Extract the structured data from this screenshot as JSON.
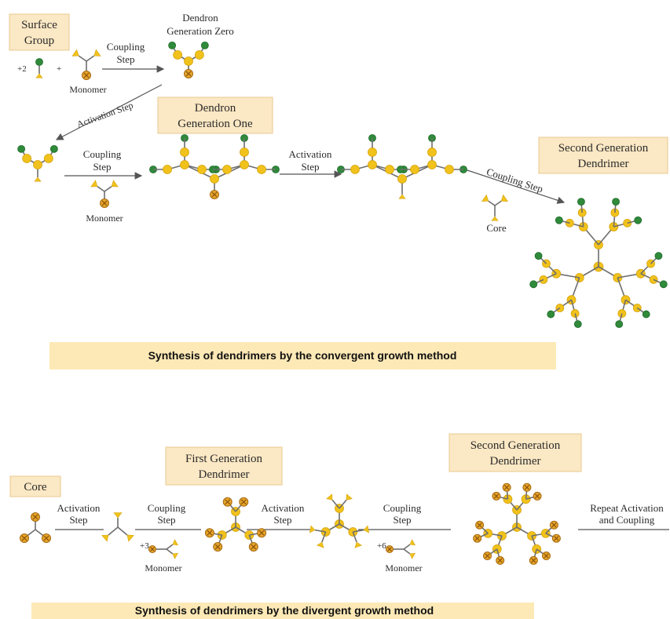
{
  "convergent": {
    "surface_group": [
      "Surface",
      "Group"
    ],
    "times_two": "+2",
    "plus": "+",
    "monomer": "Monomer",
    "coupling_step": [
      "Coupling",
      "Step"
    ],
    "dendron_gen_zero": [
      "Dendron",
      "Generation Zero"
    ],
    "activation_step_diag": "Activation Step",
    "dendron_gen_one": [
      "Dendron",
      "Generation One"
    ],
    "activation_step": [
      "Activation",
      "Step"
    ],
    "coupling_step_diag": "Coupling Step",
    "core": "Core",
    "second_generation": [
      "Second Generation",
      "Dendrimer"
    ],
    "caption": "Synthesis of dendrimers by the convergent growth method"
  },
  "divergent": {
    "core": "Core",
    "activation_step": [
      "Activation",
      "Step"
    ],
    "coupling_step": [
      "Coupling",
      "Step"
    ],
    "times_three": "+3",
    "times_six": "+6",
    "monomer": "Monomer",
    "first_generation": [
      "First Generation",
      "Dendrimer"
    ],
    "second_generation": [
      "Second Generation",
      "Dendrimer"
    ],
    "repeat": [
      "Repeat Activation",
      "and Coupling"
    ],
    "caption": "Synthesis of dendrimers by the divergent growth method"
  },
  "colors": {
    "yellow_bead": "#f1c21b",
    "green_bead": "#2f8a3a",
    "orange_bead": "#e2a52a",
    "label_box": "#fbe8c4",
    "banner": "#fde9b6"
  }
}
